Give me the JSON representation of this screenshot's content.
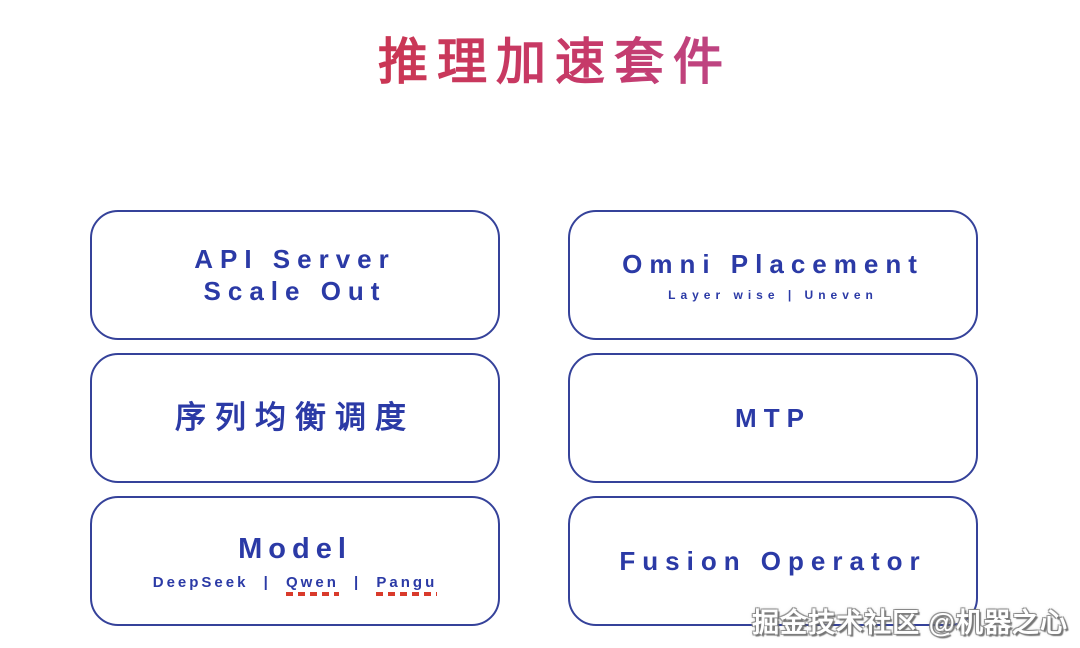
{
  "title": "推理加速套件",
  "colors": {
    "title_from": "#d2302c",
    "title_mid": "#c63a6a",
    "title_to": "#a763c8",
    "box_border": "#35429a",
    "box_text": "#2b3aa6",
    "underline_red": "#d93a2b",
    "background": "#ffffff",
    "watermark_text": "#ffffff"
  },
  "boxes": {
    "api_server": {
      "line1": "API Server",
      "line2": "Scale Out"
    },
    "omni_placement": {
      "title": "Omni Placement",
      "subtitle": "Layer wise | Uneven"
    },
    "sequence_scheduling": {
      "title": "序列均衡调度"
    },
    "mtp": {
      "title": "MTP"
    },
    "model": {
      "title": "Model",
      "sub_deepseek": "DeepSeek",
      "sub_sep1": "|",
      "sub_qwen": "Qwen",
      "sub_sep2": "|",
      "sub_pangu": "Pangu"
    },
    "fusion_operator": {
      "title": "Fusion Operator"
    }
  },
  "watermark": "掘金技术社区 @机器之心"
}
